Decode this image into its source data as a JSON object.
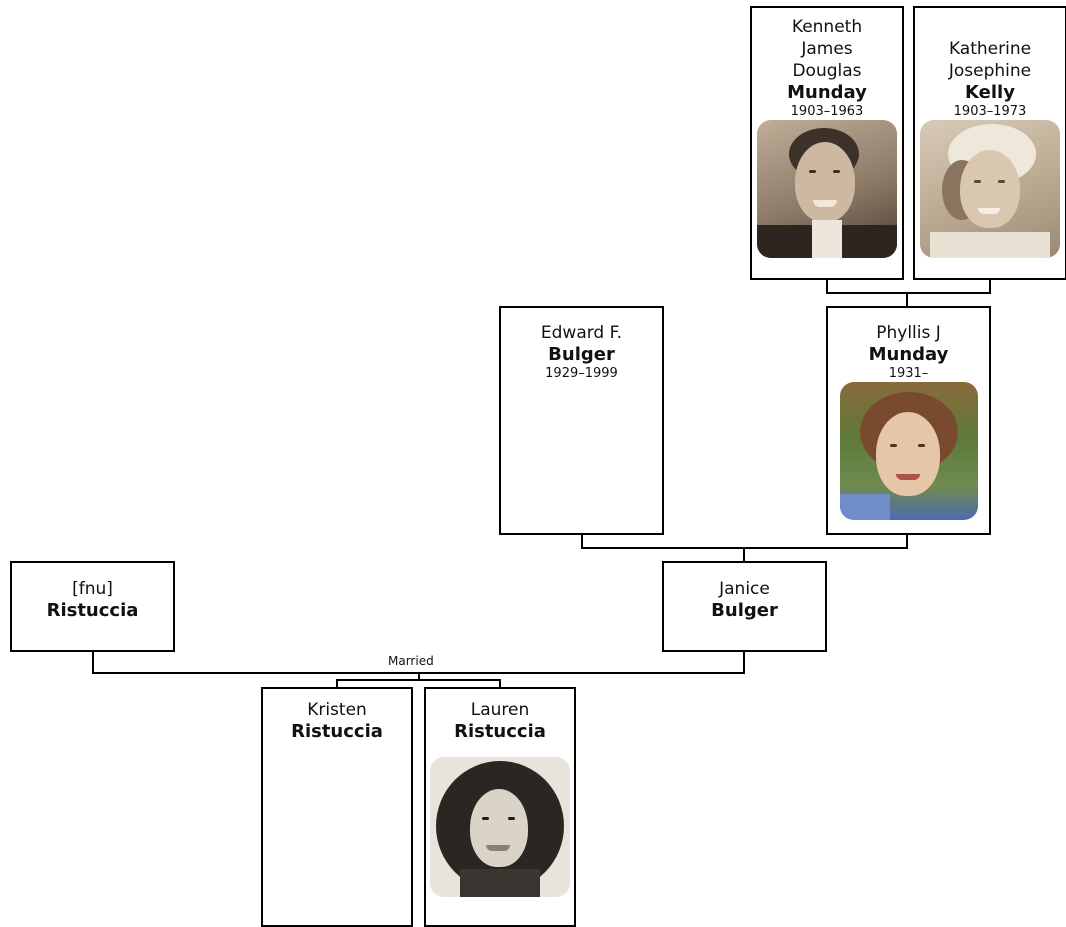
{
  "people": {
    "kenneth": {
      "given_lines": [
        "Kenneth",
        "James",
        "Douglas"
      ],
      "surname": "Munday",
      "years": "1903–1963",
      "photo": "portrait-man-sepia"
    },
    "katherine": {
      "given_lines": [
        "Katherine",
        "Josephine"
      ],
      "surname": "Kelly",
      "years": "1903–1973",
      "photo": "portrait-woman-sepia"
    },
    "edward": {
      "given": "Edward F.",
      "surname": "Bulger",
      "years": "1929–1999"
    },
    "phyllis": {
      "given": "Phyllis J",
      "surname": "Munday",
      "years": "1931–",
      "photo": "portrait-woman-color"
    },
    "fnu": {
      "given": "[fnu]",
      "surname": "Ristuccia"
    },
    "janice": {
      "given": "Janice",
      "surname": "Bulger"
    },
    "kristen": {
      "given": "Kristen",
      "surname": "Ristuccia"
    },
    "lauren": {
      "given": "Lauren",
      "surname": "Ristuccia",
      "photo": "portrait-woman-bw"
    }
  },
  "relations": {
    "married_label": "Married"
  },
  "colors": {
    "border": "#000000",
    "background": "#ffffff"
  }
}
